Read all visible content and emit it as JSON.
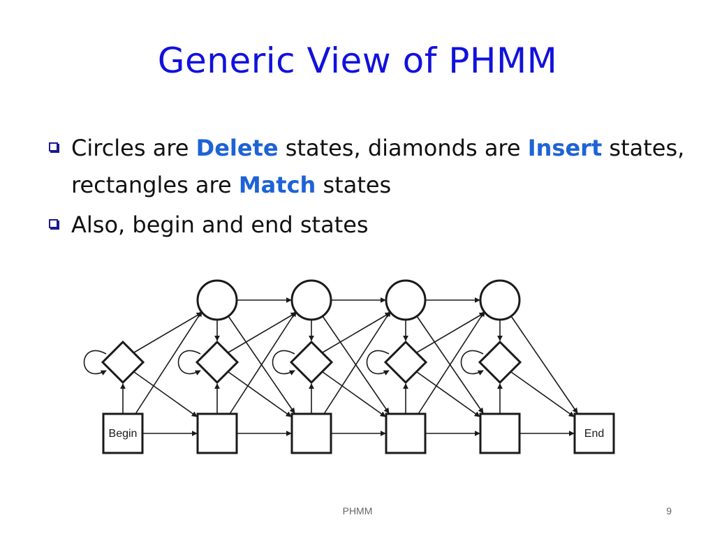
{
  "slide": {
    "title": "Generic View of PHMM",
    "bullets": [
      {
        "segments": [
          {
            "text": "Circles are ",
            "emphasis": false
          },
          {
            "text": "Delete",
            "emphasis": true
          },
          {
            "text": " states, diamonds are ",
            "emphasis": false
          },
          {
            "text": "Insert",
            "emphasis": true
          },
          {
            "text": " states, rectangles are ",
            "emphasis": false
          },
          {
            "text": "Match",
            "emphasis": true
          },
          {
            "text": " states",
            "emphasis": false
          }
        ]
      },
      {
        "segments": [
          {
            "text": "Also, begin and end states",
            "emphasis": false
          }
        ]
      }
    ]
  },
  "diagram": {
    "begin_label": "Begin",
    "end_label": "End",
    "num_columns": 4
  },
  "footer": {
    "center": "PHMM",
    "page_number": "9"
  },
  "colors": {
    "title": "#1111dd",
    "emphasis": "#1e63d6",
    "text": "#111111"
  }
}
